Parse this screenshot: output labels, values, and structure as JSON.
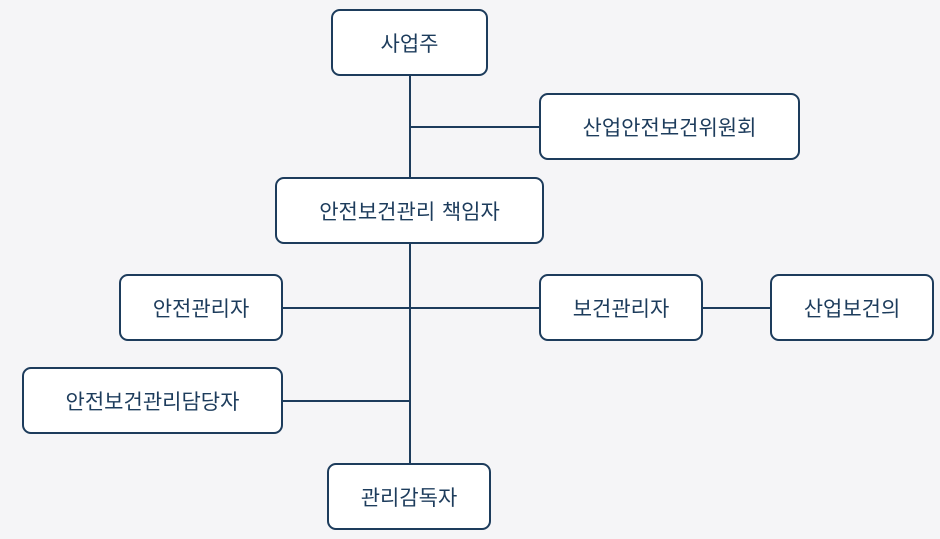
{
  "diagram": {
    "nodes": {
      "owner": "사업주",
      "committee": "산업안전보건위원회",
      "manager": "안전보건관리 책임자",
      "safety": "안전관리자",
      "health": "보건관리자",
      "doctor": "산업보건의",
      "officer": "안전보건관리담당자",
      "supervisor": "관리감독자"
    },
    "colors": {
      "border": "#1d3c5c",
      "text": "#1d3c5c",
      "node_fill": "#ffffff",
      "background": "#f5f5f7"
    }
  }
}
